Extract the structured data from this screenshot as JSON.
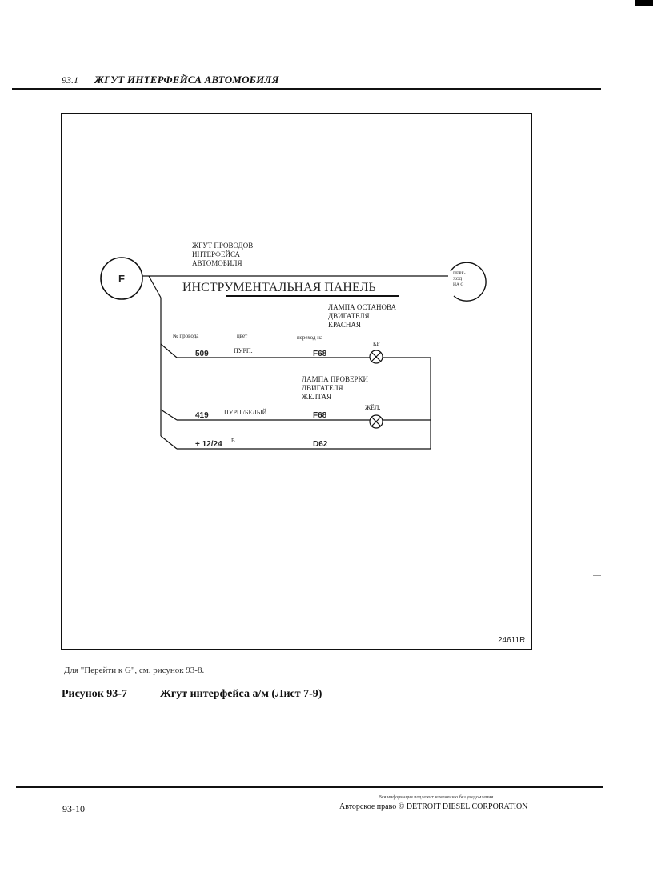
{
  "header": {
    "section": "93.1",
    "title": "ЖГУТ ИНТЕРФЕЙСА АВТОМОБИЛЯ"
  },
  "diagram": {
    "connector_left": "F",
    "harness_label": [
      "ЖГУТ ПРОВОДОВ",
      "ИНТЕРФЕЙСА",
      "АВТОМОБИЛЯ"
    ],
    "panel_label": "ИНСТРУМЕНТАЛЬНАЯ ПАНЕЛЬ",
    "goto_label": [
      "ПЕРЕ-",
      "ХОД",
      "НА G"
    ],
    "stop_lamp_label": [
      "ЛАМПА ОСТАНОВА",
      "ДВИГАТЕЛЯ",
      "КРАСНАЯ"
    ],
    "check_lamp_label": [
      "ЛАМПА ПРОВЕРКИ",
      "ДВИГАТЕЛЯ",
      "ЖЕЛТАЯ"
    ],
    "columns": {
      "wire_no": "№ провода",
      "color": "цвет",
      "goes_to": "переход на"
    },
    "stop_lamp_color": "КР",
    "check_lamp_color": "ЖЁЛ.",
    "wires": [
      {
        "number": "509",
        "color": "ПУРП.",
        "to": "F68"
      },
      {
        "number": "419",
        "color": "ПУРП./БЕЛЫЙ",
        "to": "F68"
      },
      {
        "number": "+ 12/24",
        "unit": "В",
        "to": "D62"
      }
    ],
    "figure_id": "24611R"
  },
  "caption": {
    "note": "Для \"Перейти к G\", см. рисунок 93-8.",
    "figure_number": "Рисунок 93-7",
    "figure_title": "Жгут интерфейса а/м (Лист 7-9)"
  },
  "footer": {
    "page_number": "93-10",
    "legal_notice": "Вся информация подлежит изменению без уведомления.",
    "copyright": "Авторское право © DETROIT DIESEL CORPORATION"
  }
}
